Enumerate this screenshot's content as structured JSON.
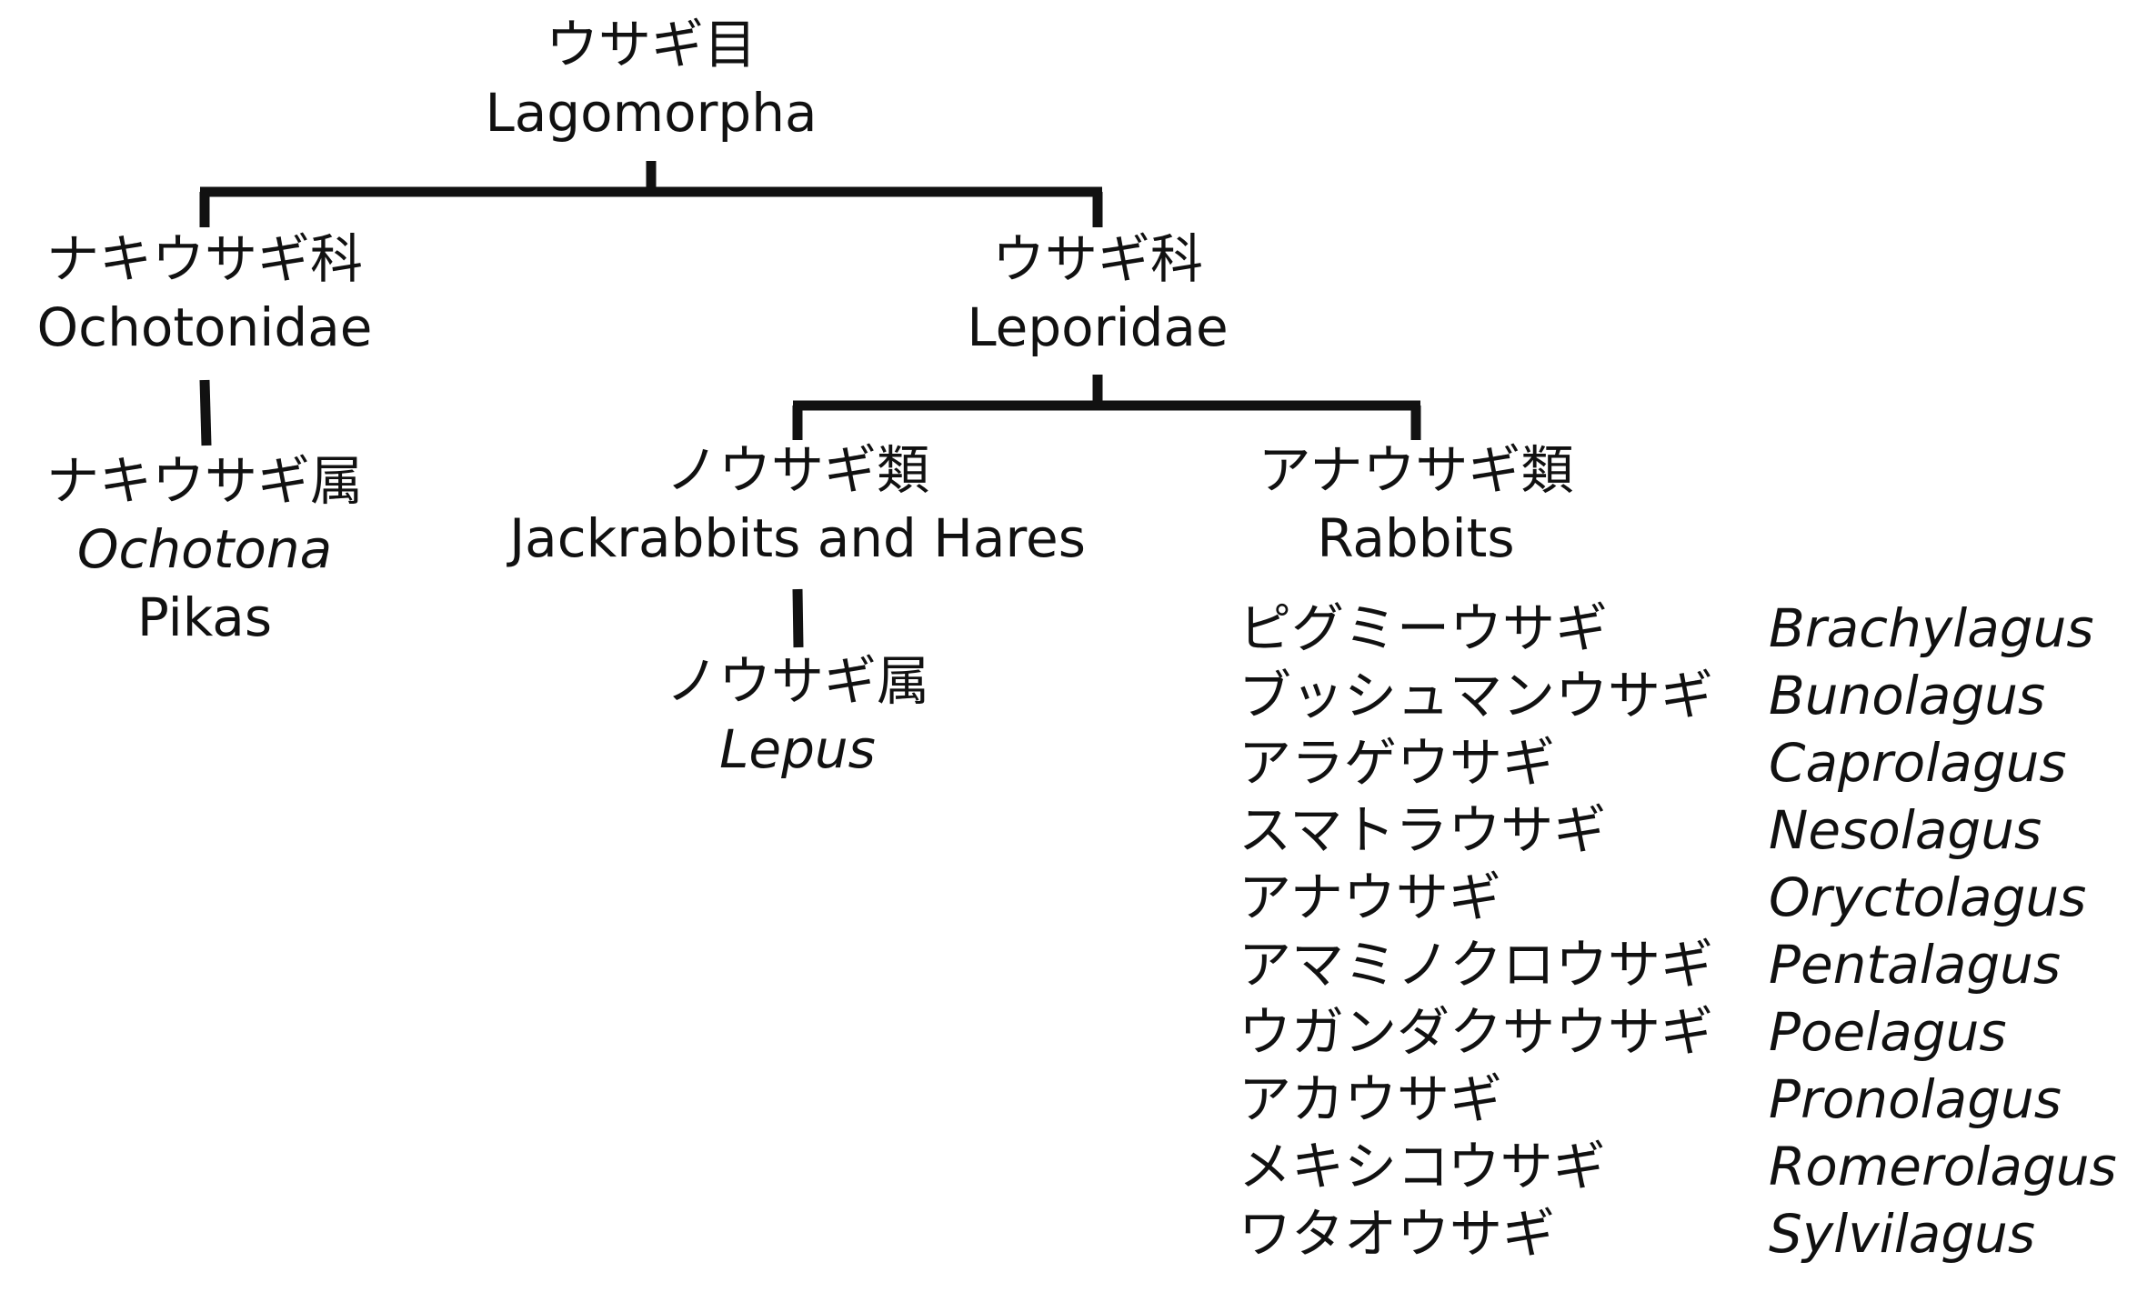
{
  "tree": {
    "root": {
      "ja": "ウサギ目",
      "latin": "Lagomorpha"
    },
    "ochotonidae": {
      "ja": "ナキウサギ科",
      "latin": "Ochotonidae",
      "genus": {
        "ja": "ナキウサギ属",
        "latin": "Ochotona",
        "common": "Pikas"
      }
    },
    "leporidae": {
      "ja": "ウサギ科",
      "latin": "Leporidae",
      "hares": {
        "ja": "ノウサギ類",
        "en": "Jackrabbits and Hares",
        "genus": {
          "ja": "ノウサギ属",
          "latin": "Lepus"
        }
      },
      "rabbits": {
        "ja": "アナウサギ類",
        "en": "Rabbits",
        "genera_ja": [
          "ピグミーウサギ",
          "ブッシュマンウサギ",
          "アラゲウサギ",
          "スマトラウサギ",
          "アナウサギ",
          "アマミノクロウサギ",
          "ウガンダクサウサギ",
          "アカウサギ",
          "メキシコウサギ",
          "ワタオウサギ"
        ],
        "genera_latin": [
          "Brachylagus",
          "Bunolagus",
          "Caprolagus",
          "Nesolagus",
          "Oryctolagus",
          "Pentalagus",
          "Poelagus",
          "Pronolagus",
          "Romerolagus",
          "Sylvilagus"
        ]
      }
    }
  },
  "colors": {
    "line": "#111111",
    "text": "#111111",
    "background": "#ffffff"
  }
}
